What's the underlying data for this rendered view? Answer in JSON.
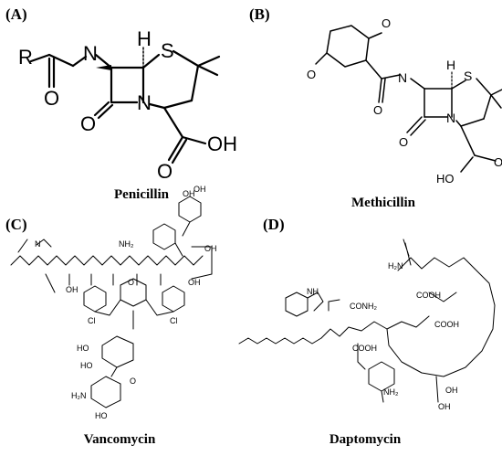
{
  "figure": {
    "panels": [
      {
        "label": "(A)",
        "caption": "Penicillin"
      },
      {
        "label": "(B)",
        "caption": "Methicillin"
      },
      {
        "label": "(C)",
        "caption": "Vancomycin"
      },
      {
        "label": "(D)",
        "caption": "Daptomycin"
      }
    ]
  },
  "atoms": {
    "R": "R",
    "N": "N",
    "H": "H",
    "S": "S",
    "O": "O",
    "OH": "OH",
    "HO": "HO",
    "NH2": "NH₂",
    "H2N": "H₂N",
    "Cl": "Cl",
    "CONH2": "CONH₂",
    "COOH": "COOH",
    "NH": "NH"
  }
}
